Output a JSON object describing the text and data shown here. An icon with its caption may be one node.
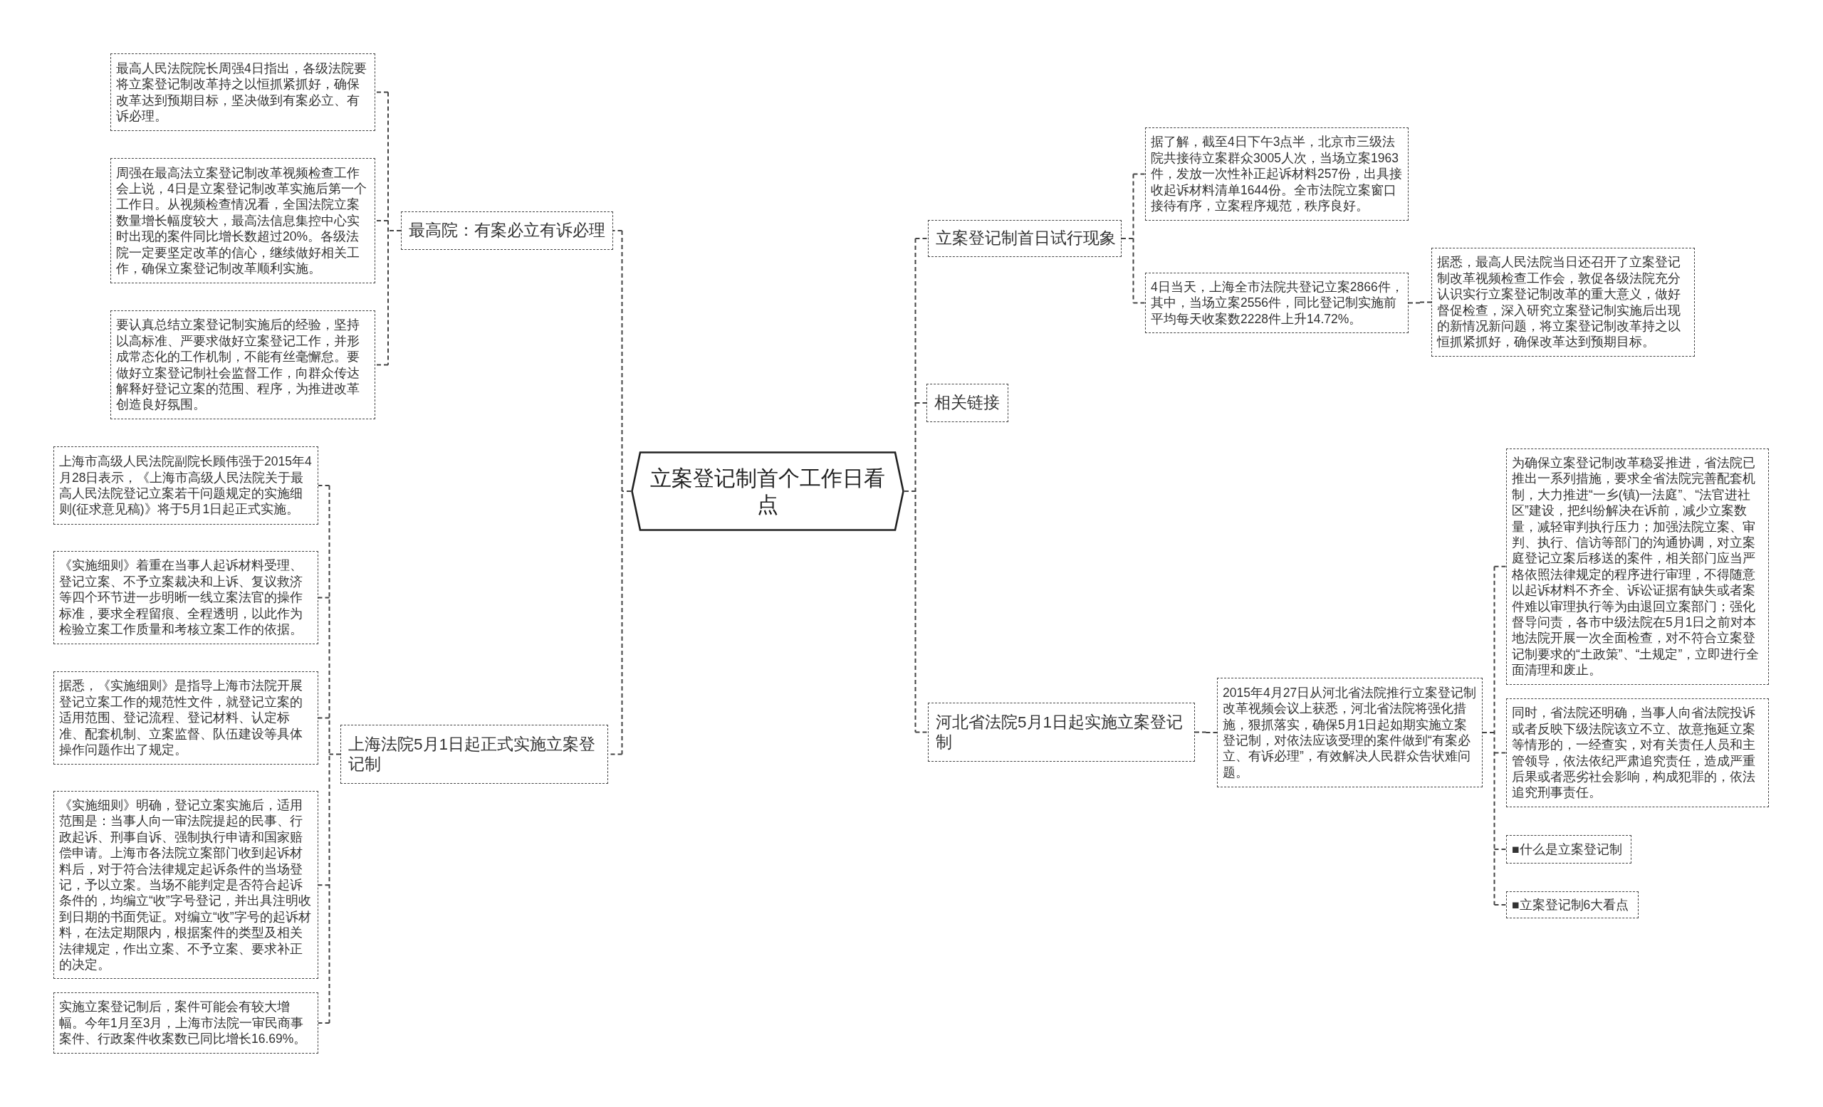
{
  "diagram": {
    "nodes": [
      {
        "text": [
          "立案登记制首个工作日看点"
        ]
      },
      {
        "text": [
          "最高院：有案必立有诉必理"
        ]
      },
      {
        "text": [
          "最高人民法院院长周强4日指出，各级法院要将立案登记制改革持之以恒抓紧抓好，确保改革达到预期目标，坚决做到有案必立、有诉必理。"
        ]
      },
      {
        "text": [
          "周强在最高法立案登记制改革视频检查工作会上说，4日是立案登记制改革实施后第一个工作日。从视频检查情况看，全国法院立案数量增长幅度较大，最高法信息集控中心实时出现的案件同比增长数超过20%。各级法院一定要坚定改革的信心，继续做好相关工作，确保立案登记制改革顺利实施。"
        ]
      },
      {
        "text": [
          "要认真总结立案登记制实施后的经验，坚持以高标准、严要求做好立案登记工作，并形成常态化的工作机制，不能有丝毫懈怠。要做好立案登记制社会监督工作，向群众传达解释好登记立案的范围、程序，为推进改革创造良好氛围。"
        ]
      },
      {
        "text": [
          "上海法院5月1日起正式实施立案登记制"
        ]
      },
      {
        "text": [
          "上海市高级人民法院副院长顾伟强于2015年4月28日表示，《上海市高级人民法院关于最高人民法院登记立案若干问题规定的实施细则(征求意见稿)》将于5月1日起正式实施。"
        ]
      },
      {
        "text": [
          "《实施细则》着重在当事人起诉材料受理、登记立案、不予立案裁决和上诉、复议救济等四个环节进一步明晰一线立案法官的操作标准，要求全程留痕、全程透明，以此作为检验立案工作质量和考核立案工作的依据。"
        ]
      },
      {
        "text": [
          "据悉，《实施细则》是指导上海市法院开展登记立案工作的规范性文件，就登记立案的适用范围、登记流程、登记材料、认定标准、配套机制、立案监督、队伍建设等具体操作问题作出了规定。"
        ]
      },
      {
        "text": [
          "《实施细则》明确，登记立案实施后，适用范围是：当事人向一审法院提起的民事、行政起诉、刑事自诉、强制执行申请和国家赔偿申请。上海市各法院立案部门收到起诉材料后，对于符合法律规定起诉条件的当场登记，予以立案。当场不能判定是否符合起诉条件的，均编立“收”字号登记，并出具注明收到日期的书面凭证。对编立“收”字号的起诉材料，在法定期限内，根据案件的类型及相关法律规定，作出立案、不予立案、要求补正的决定。"
        ]
      },
      {
        "text": [
          "实施立案登记制后，案件可能会有较大增幅。今年1月至3月，上海市法院一审民商事案件、行政案件收案数已同比增长16.69%。"
        ]
      },
      {
        "text": [
          "立案登记制首日试行现象"
        ]
      },
      {
        "text": [
          "据了解，截至4日下午3点半，北京市三级法院共接待立案群众3005人次，当场立案1963件，发放一次性补正起诉材料257份，出具接收起诉材料清单1644份。全市法院立案窗口接待有序，立案程序规范，秩序良好。"
        ]
      },
      {
        "text": [
          "4日当天，上海全市法院共登记立案2866件，其中，当场立案2556件，同比登记制实施前平均每天收案数2228件上升14.72%。"
        ]
      },
      {
        "text": [
          "据悉，最高人民法院当日还召开了立案登记制改革视频检查工作会，敦促各级法院充分认识实行立案登记制改革的重大意义，做好督促检查，深入研究立案登记制实施后出现的新情况新问题，将立案登记制改革持之以恒抓紧抓好，确保改革达到预期目标。"
        ]
      },
      {
        "text": [
          "相关链接"
        ]
      },
      {
        "text": [
          "河北省法院5月1日起实施立案登记制"
        ]
      },
      {
        "text": [
          "2015年4月27日从河北省法院推行立案登记制改革视频会议上获悉，河北省法院将强化措施，狠抓落实，确保5月1日起如期实施立案登记制，对依法应该受理的案件做到“有案必立、有诉必理”，有效解决人民群众告状难问题。"
        ]
      },
      {
        "text": [
          "为确保立案登记制改革稳妥推进，省法院已推出一系列措施，要求全省法院完善配套机制，大力推进“一乡(镇)一法庭”、“法官进社区”建设，把纠纷解决在诉前，减少立案数量，减轻审判执行压力；加强法院立案、审判、执行、信访等部门的沟通协调，对立案庭登记立案后移送的案件，相关部门应当严格依照法律规定的程序进行审理，不得随意以起诉材料不齐全、诉讼证据有缺失或者案件难以审理执行等为由退回立案部门；强化督导问责，各市中级法院在5月1日之前对本地法院开展一次全面检查，对不符合立案登记制要求的“土政策”、“土规定”，立即进行全面清理和废止。"
        ]
      },
      {
        "text": [
          "同时，省法院还明确，当事人向省法院投诉或者反映下级法院该立不立、故意拖延立案等情形的，一经查实，对有关责任人员和主管领导，依法依纪严肃追究责任，造成严重后果或者恶劣社会影响，构成犯罪的，依法追究刑事责任。"
        ]
      },
      {
        "text": [
          "■什么是立案登记制"
        ]
      },
      {
        "text": [
          "■立案登记制6大看点"
        ]
      }
    ],
    "edges": [
      {
        "from": 0,
        "to": 1,
        "arrow": "none"
      },
      {
        "from": 1,
        "to": 2,
        "arrow": "none"
      },
      {
        "from": 1,
        "to": 3,
        "arrow": "none"
      },
      {
        "from": 1,
        "to": 4,
        "arrow": "none"
      },
      {
        "from": 0,
        "to": 5,
        "arrow": "none"
      },
      {
        "from": 5,
        "to": 6,
        "arrow": "none"
      },
      {
        "from": 5,
        "to": 7,
        "arrow": "none"
      },
      {
        "from": 5,
        "to": 8,
        "arrow": "none"
      },
      {
        "from": 5,
        "to": 9,
        "arrow": "none"
      },
      {
        "from": 5,
        "to": 10,
        "arrow": "none"
      },
      {
        "from": 0,
        "to": 11,
        "arrow": "none"
      },
      {
        "from": 11,
        "to": 12,
        "arrow": "none"
      },
      {
        "from": 11,
        "to": 13,
        "arrow": "none"
      },
      {
        "from": 13,
        "to": 14,
        "arrow": "none"
      },
      {
        "from": 0,
        "to": 15,
        "arrow": "none"
      },
      {
        "from": 0,
        "to": 16,
        "arrow": "none"
      },
      {
        "from": 16,
        "to": 17,
        "arrow": "none"
      },
      {
        "from": 17,
        "to": 18,
        "arrow": "none"
      },
      {
        "from": 17,
        "to": 19,
        "arrow": "none"
      },
      {
        "from": 17,
        "to": 20,
        "arrow": "none"
      },
      {
        "from": 17,
        "to": 21,
        "arrow": "none"
      }
    ]
  }
}
